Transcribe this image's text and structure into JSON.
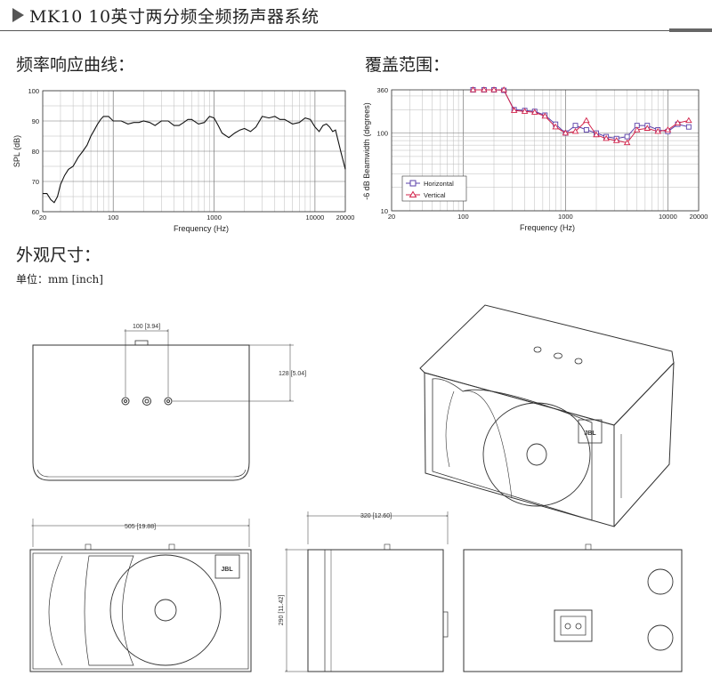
{
  "header": {
    "title": "MK10  10英寸两分频全频扬声器系统"
  },
  "sections": {
    "frequency_response": "频率响应曲线：",
    "coverage": "覆盖范围：",
    "dimensions": "外观尺寸：",
    "unit": "单位：mm [inch]"
  },
  "chart_data": [
    {
      "type": "line",
      "xlabel": "Frequency (Hz)",
      "ylabel": "SPL (dB)",
      "xscale": "log",
      "xlim": [
        20,
        20000
      ],
      "ylim": [
        60,
        100
      ],
      "x_ticks": [
        "20",
        "100",
        "1000",
        "10000",
        "20000"
      ],
      "y_ticks": [
        "60",
        "70",
        "80",
        "90",
        "100"
      ],
      "grid": true,
      "series": [
        {
          "color": "#111111",
          "x": [
            20,
            22,
            24,
            26,
            28,
            30,
            33,
            36,
            40,
            45,
            50,
            55,
            60,
            65,
            70,
            75,
            80,
            90,
            100,
            120,
            140,
            160,
            180,
            200,
            230,
            260,
            300,
            350,
            400,
            450,
            500,
            550,
            600,
            700,
            800,
            900,
            1000,
            1100,
            1200,
            1400,
            1600,
            1800,
            2000,
            2300,
            2600,
            3000,
            3500,
            4000,
            4500,
            5000,
            6000,
            7000,
            8000,
            9000,
            10000,
            11000,
            12000,
            13000,
            14000,
            15000,
            16000,
            18000,
            20000
          ],
          "values": [
            66,
            66,
            64,
            63,
            65,
            69,
            72,
            74,
            75,
            78,
            80,
            82,
            85,
            87,
            89,
            90.5,
            91.5,
            91.5,
            90,
            90,
            89,
            89.5,
            89.5,
            90,
            89.5,
            88.5,
            90,
            90,
            88.5,
            88.5,
            89.5,
            90.5,
            90.5,
            89,
            89.5,
            91.5,
            91,
            88.5,
            86,
            84.5,
            86,
            87,
            87.5,
            86.5,
            88,
            91.5,
            91,
            91.5,
            90.5,
            90.5,
            89,
            89.5,
            91,
            90.5,
            88,
            86.5,
            88.5,
            89,
            88,
            86.5,
            87,
            80,
            74
          ]
        }
      ]
    },
    {
      "type": "line",
      "xlabel": "Frequency (Hz)",
      "ylabel": "-6 dB Beamwidth (degrees)",
      "xscale": "log",
      "yscale": "log",
      "xlim": [
        20,
        20000
      ],
      "ylim": [
        10,
        360
      ],
      "x_ticks": [
        "20",
        "100",
        "1000",
        "10000",
        "20000"
      ],
      "y_ticks": [
        "10",
        "100",
        "360"
      ],
      "grid": true,
      "legend_position": "bottom-left",
      "series": [
        {
          "name": "Horizontal",
          "color": "#5a3fa8",
          "marker": "square",
          "x": [
            125,
            160,
            200,
            250,
            315,
            400,
            500,
            630,
            800,
            1000,
            1250,
            1600,
            2000,
            2500,
            3150,
            4000,
            5000,
            6300,
            8000,
            10000,
            12500,
            16000
          ],
          "values": [
            360,
            360,
            360,
            355,
            200,
            195,
            190,
            170,
            130,
            100,
            125,
            110,
            100,
            90,
            85,
            90,
            125,
            125,
            110,
            105,
            130,
            120
          ]
        },
        {
          "name": "Vertical",
          "color": "#d2234a",
          "marker": "triangle",
          "x": [
            125,
            160,
            200,
            250,
            315,
            400,
            500,
            630,
            800,
            1000,
            1250,
            1600,
            2000,
            2500,
            3150,
            4000,
            5000,
            6300,
            8000,
            10000,
            12500,
            16000
          ],
          "values": [
            360,
            360,
            360,
            360,
            195,
            190,
            185,
            165,
            120,
            100,
            105,
            145,
            95,
            85,
            80,
            75,
            110,
            115,
            105,
            110,
            135,
            145
          ]
        }
      ]
    }
  ],
  "dimensions": {
    "top_spacing": "100 [3.94]",
    "top_depth": "128 [5.04]",
    "width": "505 [19.88]",
    "depth": "320 [12.60]",
    "height": "290 [11.42]"
  },
  "logo": "JBL"
}
